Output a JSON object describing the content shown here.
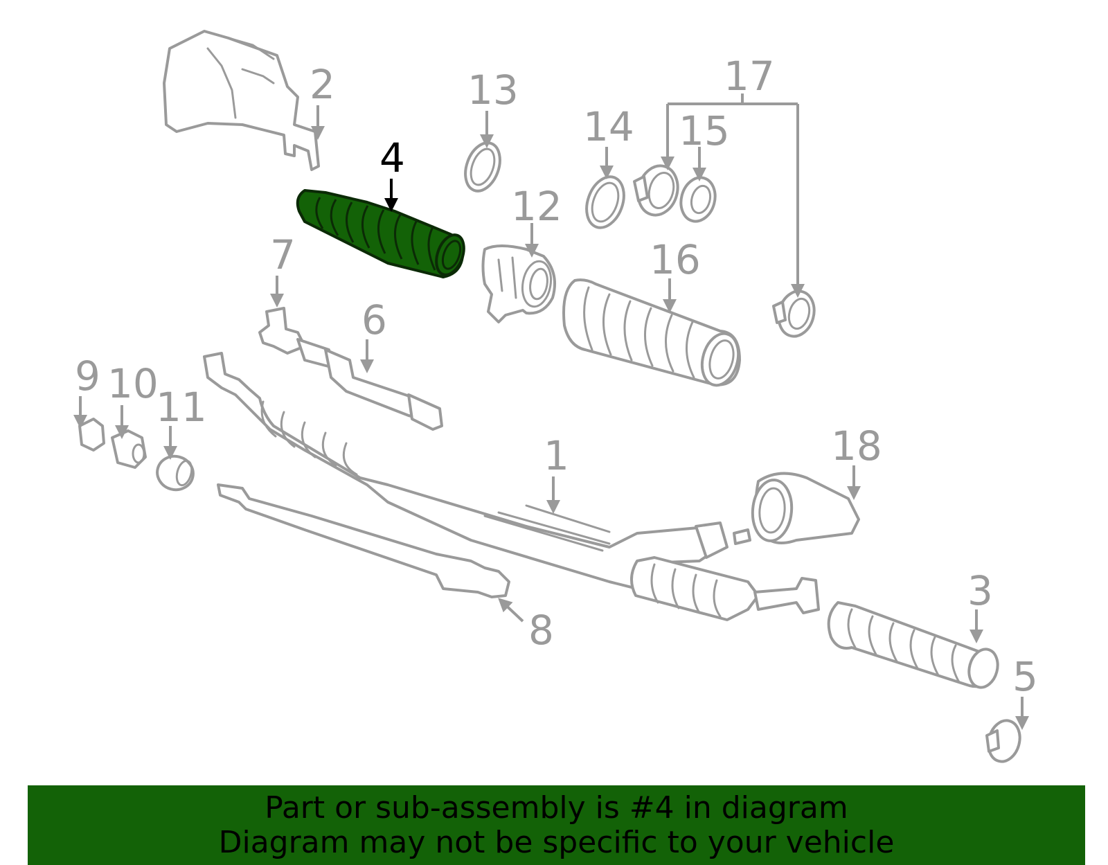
{
  "diagram": {
    "highlight_color": "#136207",
    "highlighted_part": "4",
    "callouts": {
      "c1": "1",
      "c2": "2",
      "c3": "3",
      "c4": "4",
      "c5": "5",
      "c6": "6",
      "c7": "7",
      "c8": "8",
      "c9": "9",
      "c10": "10",
      "c11": "11",
      "c12": "12",
      "c13": "13",
      "c14": "14",
      "c15": "15",
      "c16": "16",
      "c17": "17",
      "c18": "18"
    }
  },
  "banner": {
    "line1": "Part or sub-assembly is #4 in diagram",
    "line2": "Diagram may not be specific to your vehicle"
  }
}
